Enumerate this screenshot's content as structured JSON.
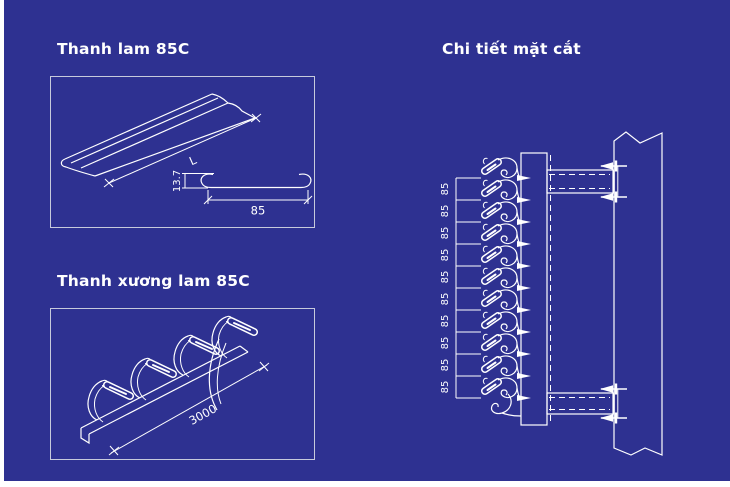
{
  "colors": {
    "background": "#2E3191",
    "line": "#FFFFFF",
    "box_border": "#C7CADC",
    "page_margin": "#FFFFFF"
  },
  "panels": {
    "lam": {
      "title": "Thanh lam 85C",
      "dims": {
        "length_label": "L",
        "profile_height": "13.7",
        "profile_width": "85"
      }
    },
    "xuong": {
      "title": "Thanh xương lam 85C",
      "dims": {
        "rail_length": "3000"
      }
    },
    "section": {
      "title": "Chi tiết mặt cắt",
      "spacing_values": [
        "85",
        "85",
        "85",
        "85",
        "85",
        "85",
        "85",
        "85",
        "85",
        "85"
      ]
    }
  }
}
